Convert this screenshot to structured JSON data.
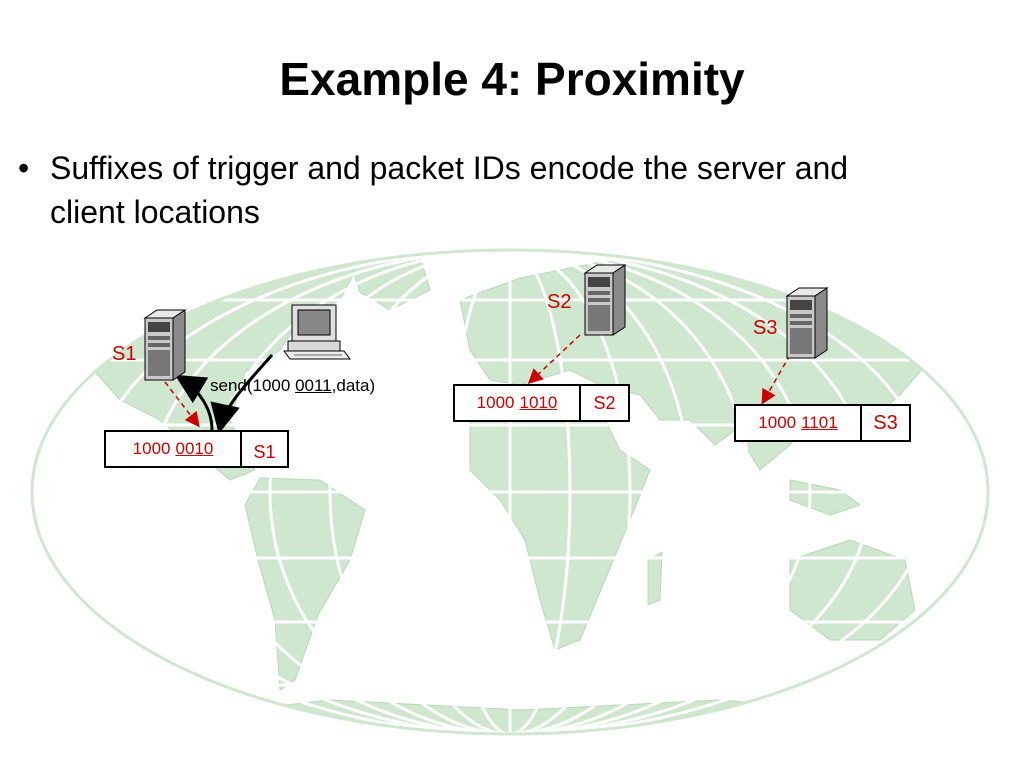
{
  "slide": {
    "title": "Example 4: Proximity",
    "bullet": "Suffixes of trigger and packet IDs encode the server and client locations"
  },
  "diagram": {
    "servers": [
      {
        "label": "S1",
        "trigger_prefix": "1000",
        "trigger_suffix": "0010",
        "box_server": "S1"
      },
      {
        "label": "S2",
        "trigger_prefix": "1000",
        "trigger_suffix": "1010",
        "box_server": "S2"
      },
      {
        "label": "S3",
        "trigger_prefix": "1000",
        "trigger_suffix": "1101",
        "box_server": "S3"
      }
    ],
    "send": {
      "prefix": "send(1000 ",
      "suffix": "0011",
      "rest": ",data)"
    },
    "icons": [
      "server-tower-icon",
      "desktop-computer-icon",
      "world-map"
    ],
    "colors": {
      "label": "#cc0000",
      "map_land": "#cfe6cf",
      "map_grid": "#ffffff",
      "arrow": "#000000",
      "dashed_arrow": "#cc0000"
    }
  }
}
